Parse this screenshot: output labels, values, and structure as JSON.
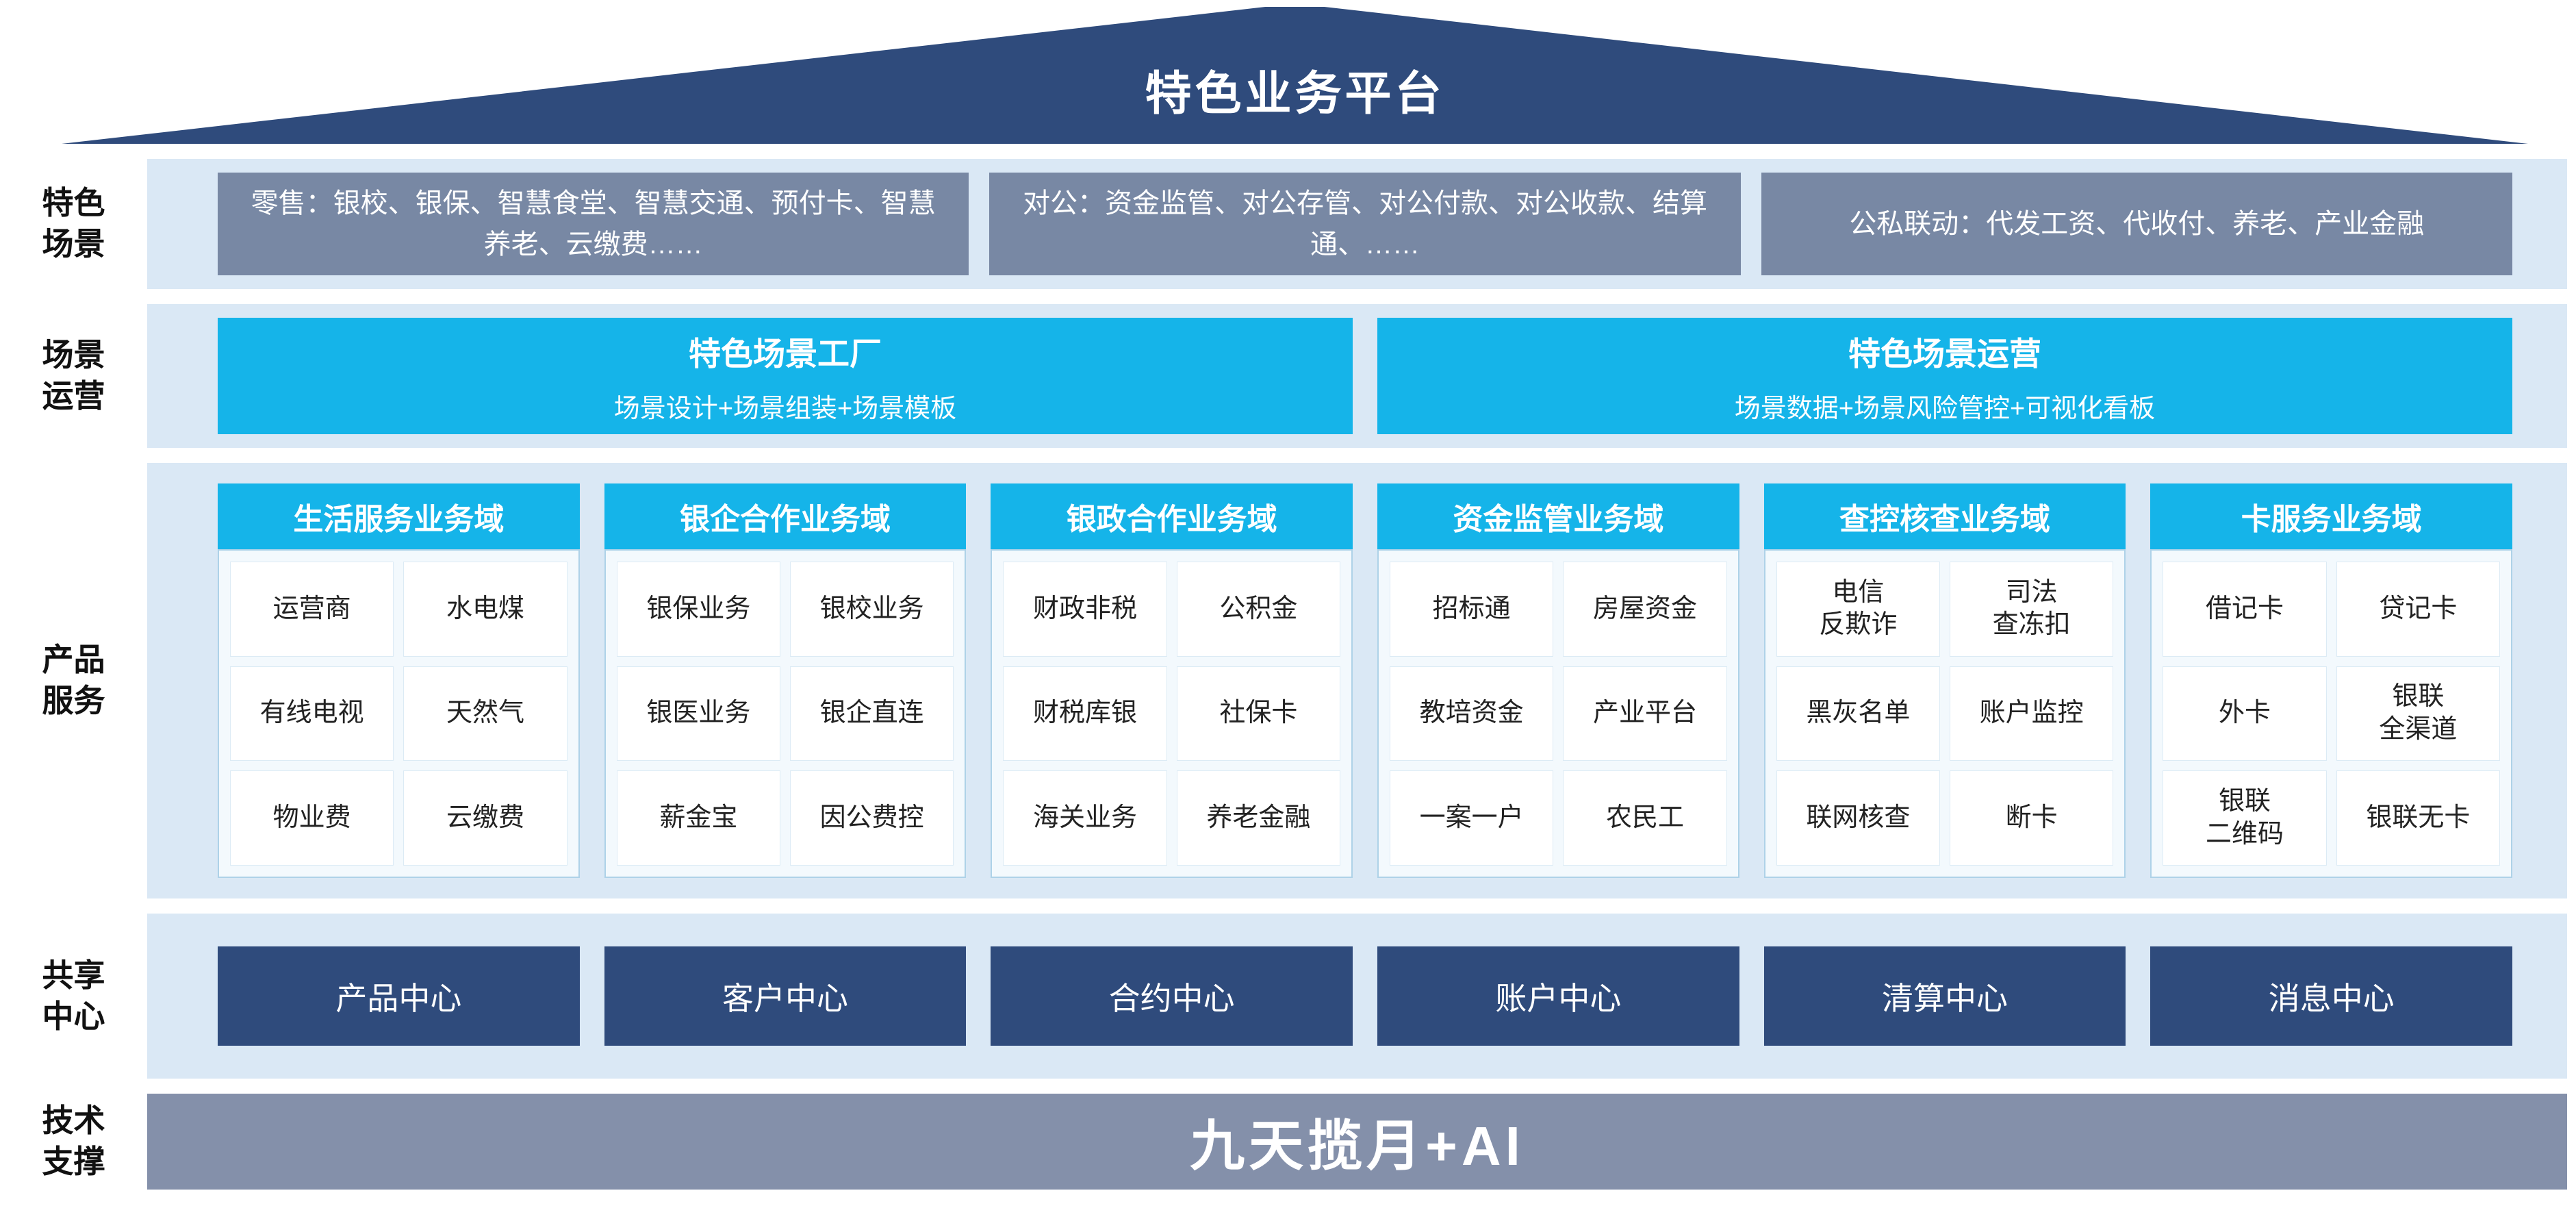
{
  "roof": {
    "title": "特色业务平台"
  },
  "rows": {
    "scenes": {
      "label": "特色\n场景",
      "boxes": [
        "零售：银校、银保、智慧食堂、智慧交通、预付卡、智慧养老、云缴费……",
        "对公：资金监管、对公存管、对公付款、对公收款、结算通、……",
        "公私联动：代发工资、代收付、养老、产业金融"
      ]
    },
    "operation": {
      "label": "场景\n运营",
      "boxes": [
        {
          "title": "特色场景工厂",
          "subtitle": "场景设计+场景组装+场景模板"
        },
        {
          "title": "特色场景运营",
          "subtitle": "场景数据+场景风险管控+可视化看板"
        }
      ]
    },
    "products": {
      "label": "产品\n服务",
      "domains": [
        {
          "header": "生活服务业务域",
          "cells": [
            "运营商",
            "水电煤",
            "有线电视",
            "天然气",
            "物业费",
            "云缴费"
          ]
        },
        {
          "header": "银企合作业务域",
          "cells": [
            "银保业务",
            "银校业务",
            "银医业务",
            "银企直连",
            "薪金宝",
            "因公费控"
          ]
        },
        {
          "header": "银政合作业务域",
          "cells": [
            "财政非税",
            "公积金",
            "财税库银",
            "社保卡",
            "海关业务",
            "养老金融"
          ]
        },
        {
          "header": "资金监管业务域",
          "cells": [
            "招标通",
            "房屋资金",
            "教培资金",
            "产业平台",
            "一案一户",
            "农民工"
          ]
        },
        {
          "header": "查控核查业务域",
          "cells": [
            "电信\n反欺诈",
            "司法\n查冻扣",
            "黑灰名单",
            "账户监控",
            "联网核查",
            "断卡"
          ]
        },
        {
          "header": "卡服务业务域",
          "cells": [
            "借记卡",
            "贷记卡",
            "外卡",
            "银联\n全渠道",
            "银联\n二维码",
            "银联无卡"
          ]
        }
      ]
    },
    "shared": {
      "label": "共享\n中心",
      "centers": [
        "产品中心",
        "客户中心",
        "合约中心",
        "账户中心",
        "清算中心",
        "消息中心"
      ]
    },
    "tech": {
      "label": "技术\n支撑",
      "title": "九天揽月+AI"
    }
  },
  "colors": {
    "navy": "#2F4B7C",
    "cyan": "#15B4E9",
    "band_blue": "#DAE8F5",
    "slate": "#7888A4",
    "tech_gray": "#8490AA"
  }
}
